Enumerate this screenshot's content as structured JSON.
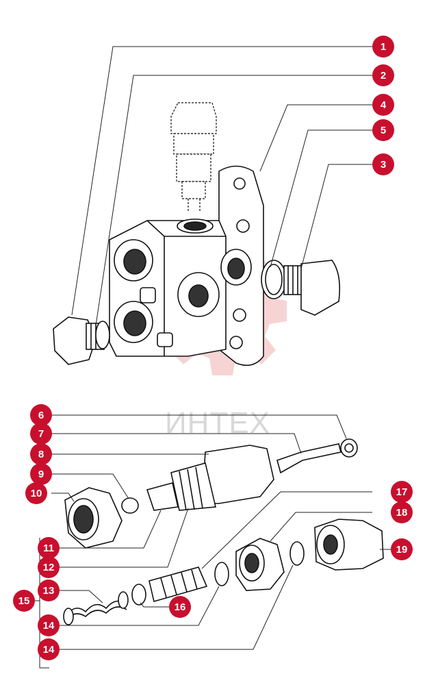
{
  "watermark": {
    "text": "ИНТЕХ",
    "color": "#d8d8d8",
    "gear_color": "#f4c6c6"
  },
  "callout_color": "#c8102e",
  "callouts": [
    {
      "label": "1"
    },
    {
      "label": "2"
    },
    {
      "label": "3"
    },
    {
      "label": "4"
    },
    {
      "label": "5"
    },
    {
      "label": "6"
    },
    {
      "label": "7"
    },
    {
      "label": "8"
    },
    {
      "label": "9"
    },
    {
      "label": "10"
    },
    {
      "label": "11"
    },
    {
      "label": "12"
    },
    {
      "label": "13"
    },
    {
      "label": "14"
    },
    {
      "label": "14"
    },
    {
      "label": "15"
    },
    {
      "label": "16"
    },
    {
      "label": "17"
    },
    {
      "label": "18"
    },
    {
      "label": "19"
    }
  ]
}
